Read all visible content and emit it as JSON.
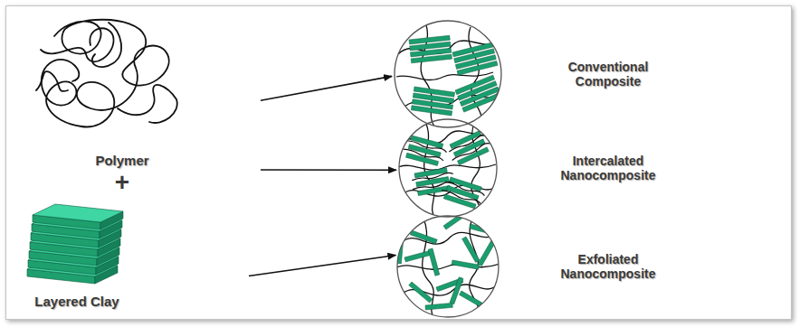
{
  "diagram": {
    "nodes": [
      {
        "text": [
          "Polymer"
        ]
      },
      {
        "text": [
          "Layered Clay"
        ]
      },
      {
        "text": [
          "Conventional Composite"
        ]
      },
      {
        "text": [
          "Intercalated Nanocomposite"
        ]
      },
      {
        "text": [
          "Exfoliated Nanocomposite"
        ]
      }
    ],
    "edges": [
      {
        "from": 0,
        "to": 2,
        "arrow": "to"
      },
      {
        "from": 0,
        "to": 3,
        "arrow": "to"
      },
      {
        "from": 1,
        "to": 4,
        "arrow": "to"
      }
    ],
    "labels": [
      "+"
    ]
  }
}
